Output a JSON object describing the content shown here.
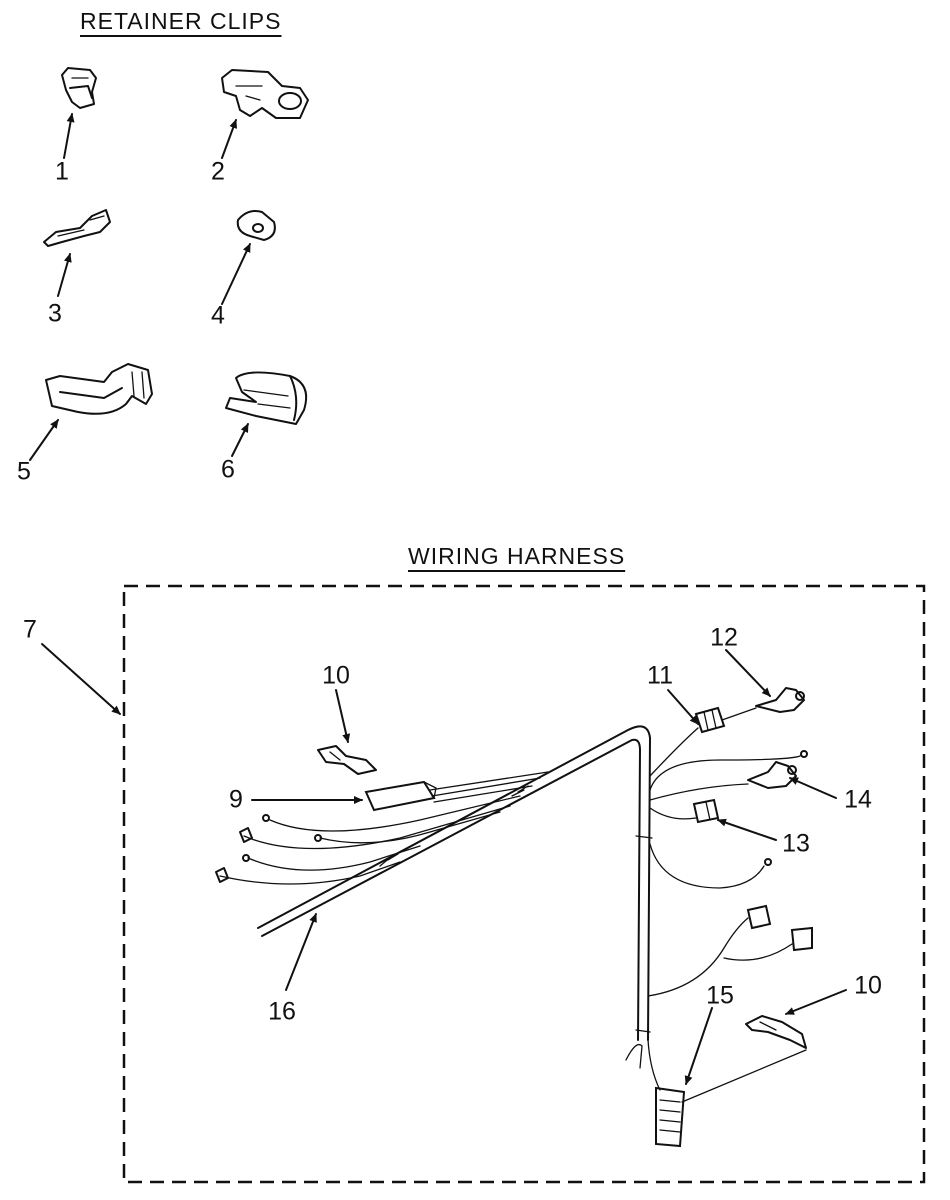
{
  "headings": {
    "retainer_clips": "RETAINER CLIPS",
    "wiring_harness": "WIRING HARNESS"
  },
  "callouts": {
    "c1": "1",
    "c2": "2",
    "c3": "3",
    "c4": "4",
    "c5": "5",
    "c6": "6",
    "c7": "7",
    "c9": "9",
    "c10a": "10",
    "c10b": "10",
    "c11": "11",
    "c12": "12",
    "c13": "13",
    "c14": "14",
    "c15": "15",
    "c16": "16"
  }
}
